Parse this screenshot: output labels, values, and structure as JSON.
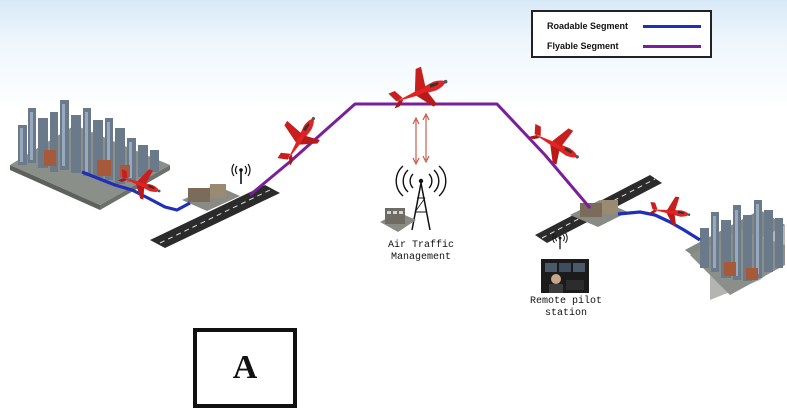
{
  "legend": {
    "roadable": {
      "label": "Roadable Segment",
      "color": "#1f2fb8"
    },
    "flyable": {
      "label": "Flyable Segment",
      "color": "#7a1f9a"
    }
  },
  "labels": {
    "atm_line1": "Air Traffic",
    "atm_line2": "Management",
    "rps_line1": "Remote pilot",
    "rps_line2": "station"
  },
  "panel": {
    "letter": "A"
  },
  "colors": {
    "aircraft": "#e02424",
    "runway": "#2b2b2b",
    "comm_arrow": "#c8503c"
  },
  "icons": [
    "aircraft-icon",
    "antenna-icon",
    "radio-tower-icon",
    "building-icon",
    "city-icon"
  ]
}
